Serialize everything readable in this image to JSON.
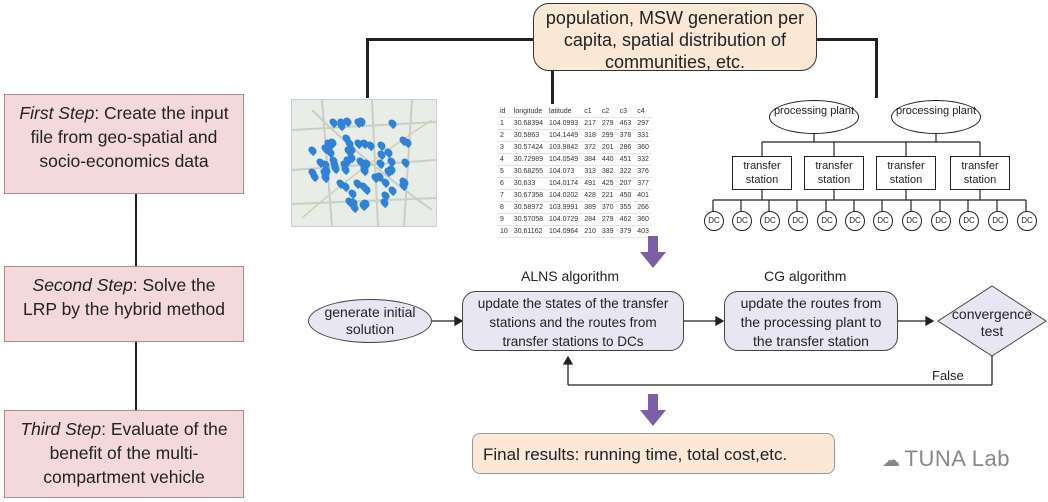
{
  "steps": [
    {
      "lead": "First Step",
      "rest": ": Create the input file from geo-spatial and socio-economics data"
    },
    {
      "lead": "Second Step",
      "rest": ": Solve the LRP by the hybrid method"
    },
    {
      "lead": "Third Step",
      "rest": ": Evaluate of the benefit of the multi-compartment vehicle"
    }
  ],
  "data_note": "population, MSW generation per capita, spatial distribution of communities, etc.",
  "table": {
    "headers": [
      "id",
      "longitude",
      "latitude",
      "c1",
      "c2",
      "c3",
      "c4"
    ],
    "rows": [
      [
        "1",
        "30.68394",
        "104.0993",
        "217",
        "279",
        "463",
        "297"
      ],
      [
        "2",
        "30.5863",
        "104.1449",
        "318",
        "299",
        "378",
        "331"
      ],
      [
        "3",
        "30.57424",
        "103.9842",
        "372",
        "201",
        "286",
        "360"
      ],
      [
        "4",
        "30.72989",
        "104.0549",
        "384",
        "440",
        "451",
        "332"
      ],
      [
        "5",
        "30.68255",
        "104.073",
        "313",
        "382",
        "322",
        "376"
      ],
      [
        "6",
        "30.633",
        "104.0174",
        "491",
        "425",
        "207",
        "377"
      ],
      [
        "7",
        "30.67358",
        "104.0202",
        "428",
        "221",
        "450",
        "401"
      ],
      [
        "8",
        "30.58972",
        "103.9991",
        "389",
        "370",
        "355",
        "266"
      ],
      [
        "9",
        "30.57058",
        "104.0729",
        "284",
        "279",
        "462",
        "360"
      ],
      [
        "10",
        "30.61162",
        "104.0964",
        "210",
        "339",
        "379",
        "403"
      ]
    ]
  },
  "network": {
    "processing_plant": "processing plant",
    "transfer_station": "transfer station",
    "dc": "DC"
  },
  "algorithms": {
    "alns": "ALNS algorithm",
    "cg": "CG algorithm"
  },
  "flow": {
    "generate": "generate initial solution",
    "update_states": "update the states of the transfer stations and the routes from transfer stations to DCs",
    "update_routes": "update the routes from the processing plant to the transfer station",
    "convergence": "convergence test",
    "false_label": "False"
  },
  "final": "Final results: running time, total cost,etc.",
  "watermark": "TUNA Lab",
  "colors": {
    "step_fill": "#f4d9dc",
    "note_fill": "#fbe8d6",
    "pill_fill": "#e9e6f3",
    "arrow": "#7a5ea8",
    "pin": "#2f82d6"
  }
}
